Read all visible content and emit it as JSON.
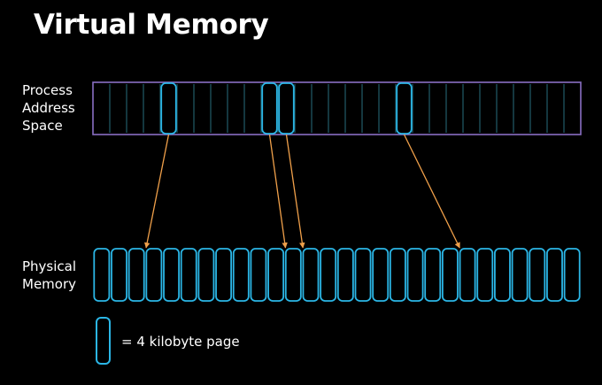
{
  "title": "Virtual Memory",
  "rows": {
    "process": {
      "label_lines": [
        "Process",
        "Address",
        "Space"
      ]
    },
    "physical": {
      "label_lines": [
        "Physical",
        "Memory"
      ]
    }
  },
  "legend": {
    "text": "= 4 kilobyte page"
  },
  "diagram": {
    "virtual_page_count": 29,
    "physical_page_count": 28,
    "mappings": [
      {
        "virtual": 4,
        "physical": 3
      },
      {
        "virtual": 10,
        "physical": 11
      },
      {
        "virtual": 11,
        "physical": 12
      },
      {
        "virtual": 18,
        "physical": 21
      }
    ]
  },
  "colors": {
    "background": "#000000",
    "text": "#ffffff",
    "page_outline": "#2bb6e6",
    "virtual_frame": "#8a6fc4",
    "virtual_divider": "#1d4f5a",
    "arrow": "#f0a04a"
  }
}
